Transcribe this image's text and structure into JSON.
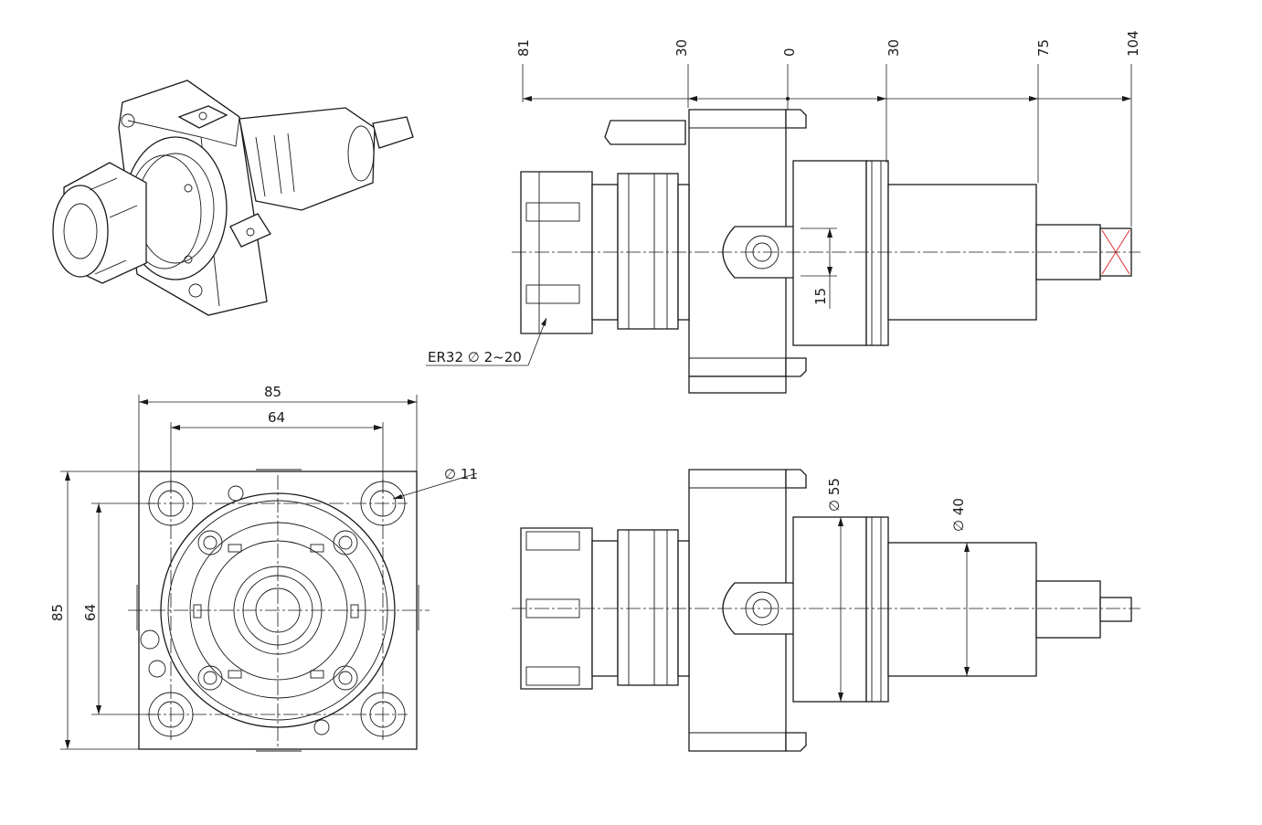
{
  "dimensions": {
    "top_axis": [
      "81",
      "30",
      "0",
      "30",
      "75",
      "104"
    ],
    "flange_offset": "15",
    "collet_callout": "ER32 ∅ 2~20",
    "front_width_outer": "85",
    "front_width_inner": "64",
    "front_height_outer": "85",
    "front_height_inner": "64",
    "bolt_hole_dia": "∅ 11",
    "body_dia_55": "∅ 55",
    "shank_dia_40": "∅ 40"
  },
  "colors": {
    "line": "#1a1a1a",
    "square_drive_mark": "#e03030"
  }
}
